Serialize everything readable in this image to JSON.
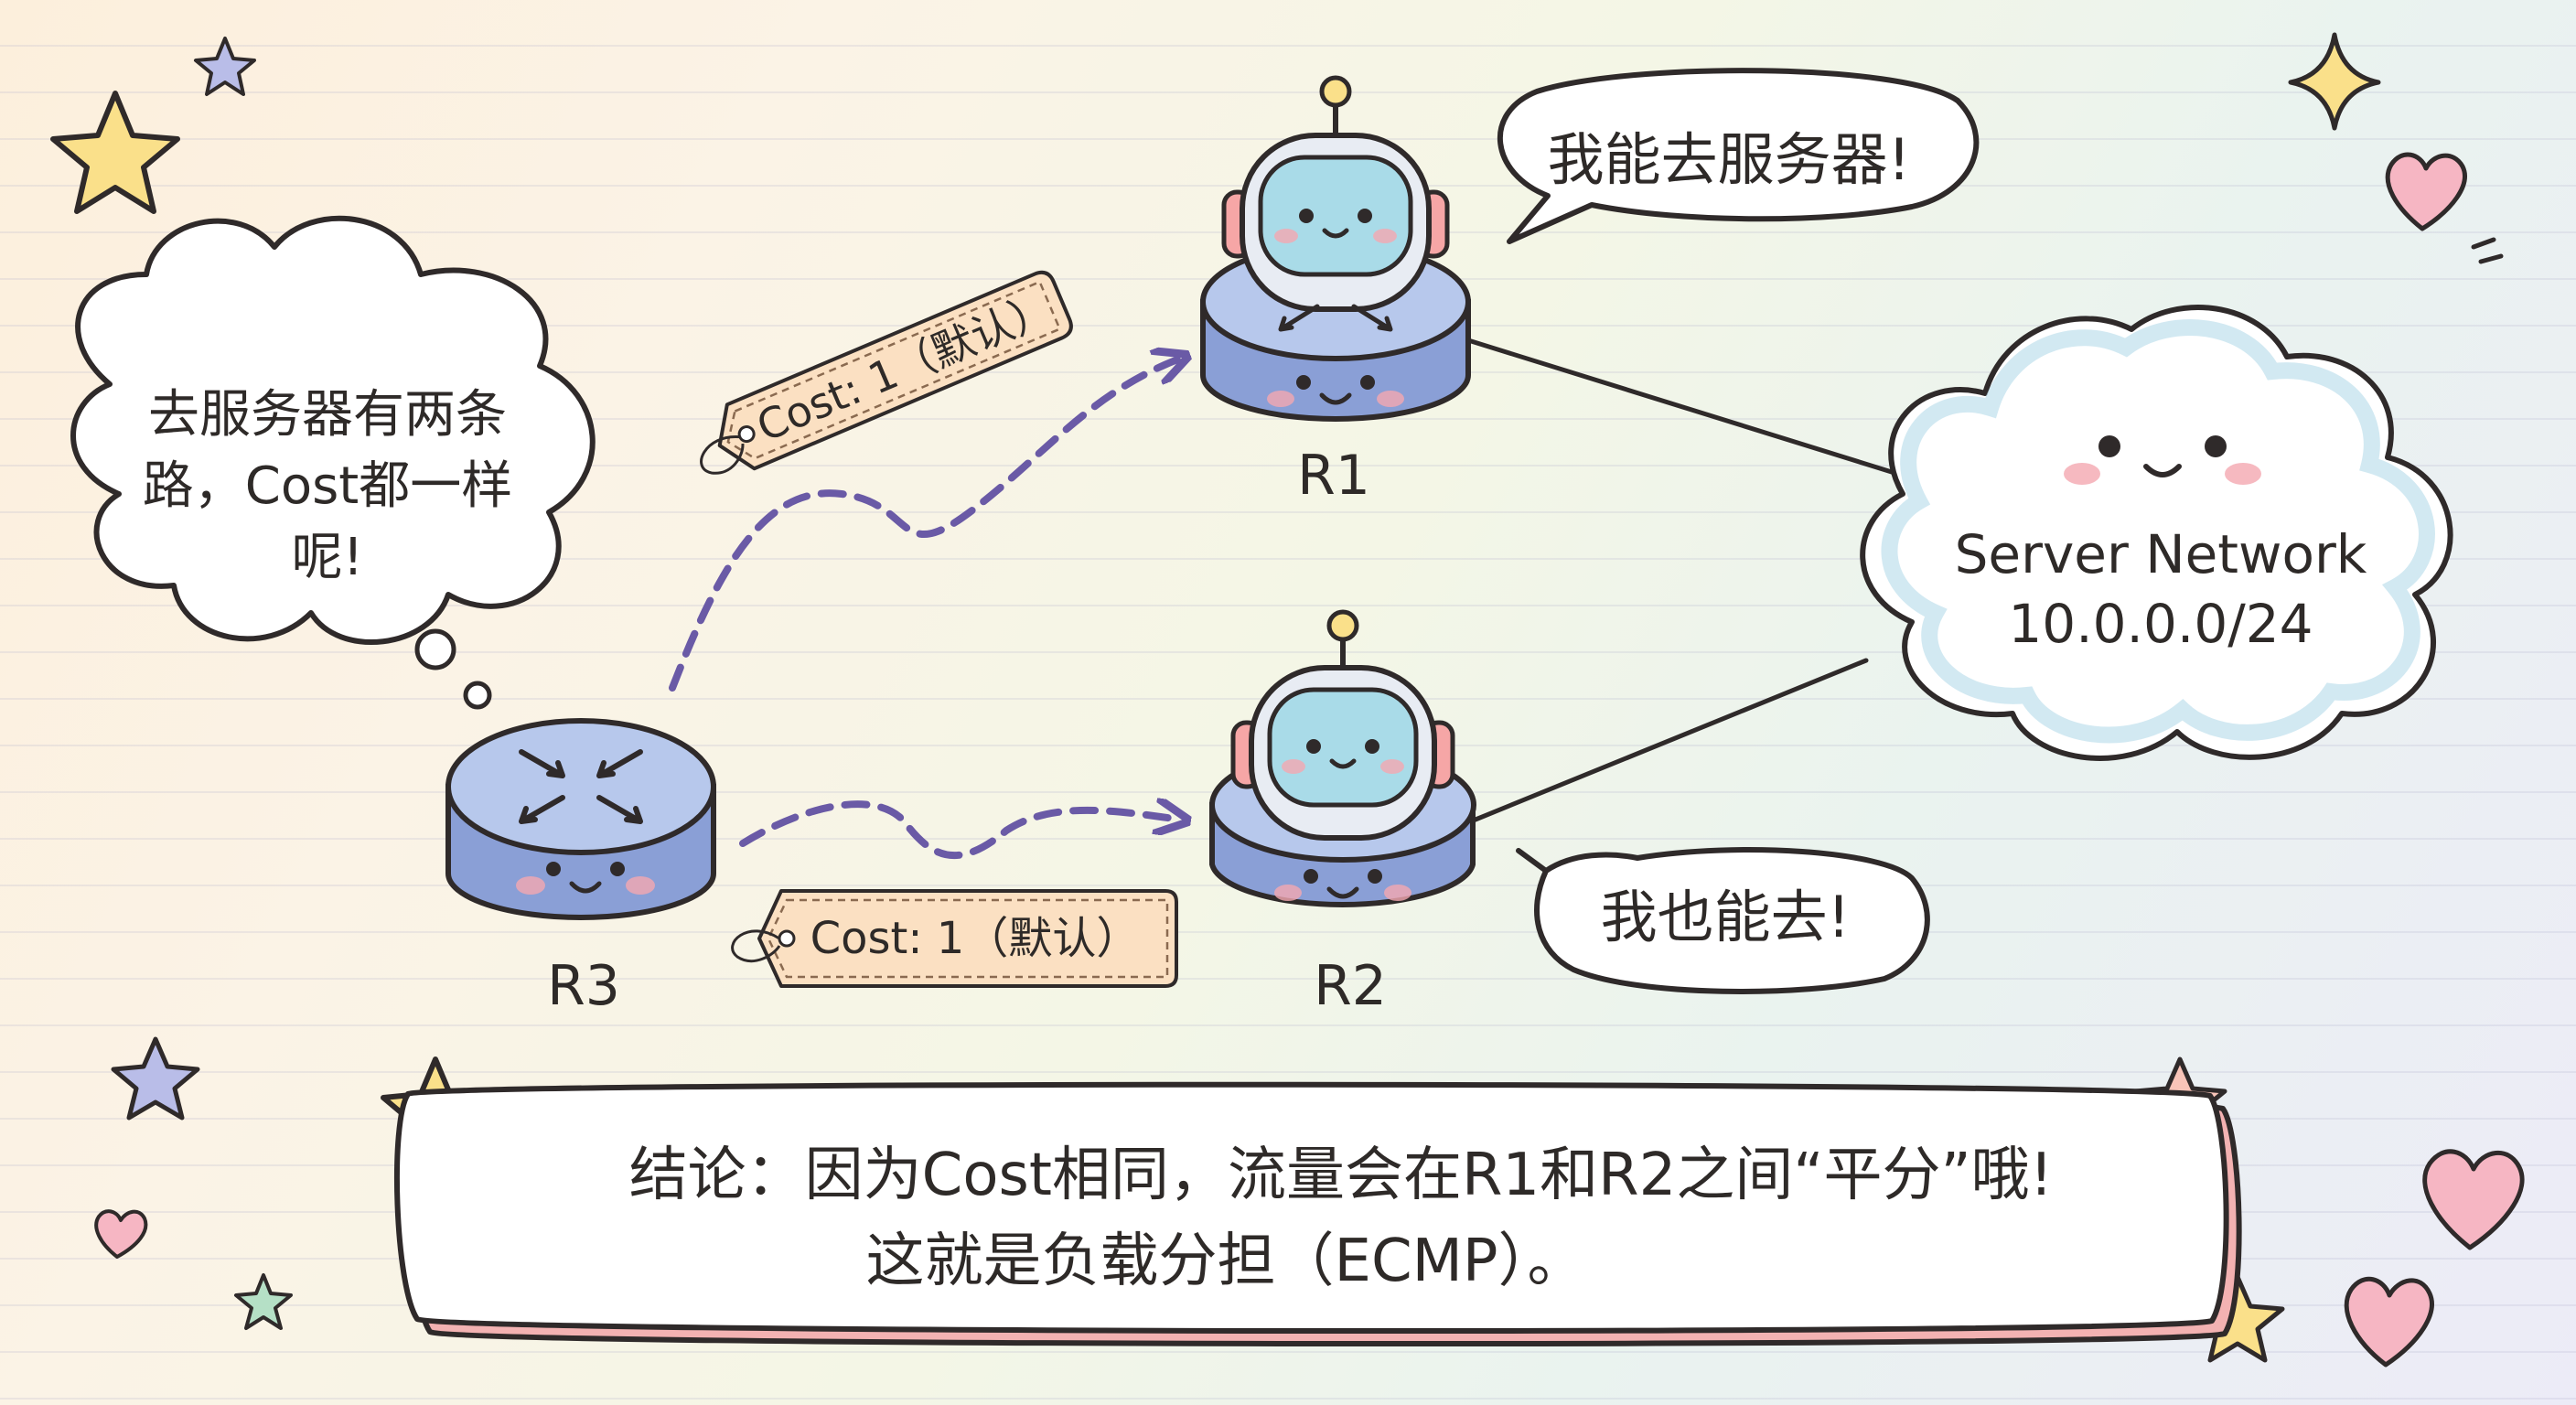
{
  "routers": {
    "r1": {
      "label": "R1",
      "speech": "我能去服务器!"
    },
    "r2": {
      "label": "R2",
      "speech": "我也能去!"
    },
    "r3": {
      "label": "R3",
      "thought": [
        "去服务器有两条",
        "路，Cost都一样",
        "呢!"
      ]
    }
  },
  "links": {
    "r3_r1_tag": "Cost: 1（默认）",
    "r3_r2_tag": "Cost: 1（默认）"
  },
  "server": {
    "name": "Server Network",
    "subnet": "10.0.0.0/24"
  },
  "conclusion": {
    "line1": "结论：因为Cost相同，流量会在R1和R2之间“平分”哦!",
    "line2": "这就是负载分担（ECMP）。"
  },
  "colors": {
    "router_body": "#8a9fd6",
    "router_top": "#b7c8ec",
    "robot_screen": "#a9dbe8",
    "dashed_arrow": "#6a5aa6",
    "tag_fill": "#fbe0c2",
    "cloud_edge": "#bfe0ec",
    "outline": "#2f2a2a",
    "banner_edge": "#e7a8a8"
  }
}
